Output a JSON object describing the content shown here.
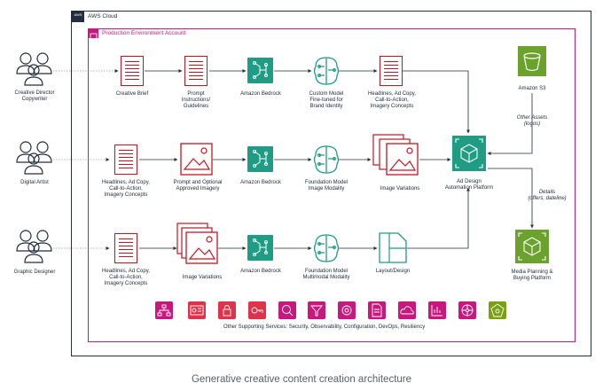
{
  "cloud_title": "AWS Cloud",
  "cloud_logo_text": "AWS",
  "account_title": "Production Environment Account",
  "personas": [
    {
      "label": "Creative Director\nCopywriter"
    },
    {
      "label": "Digital Artist"
    },
    {
      "label": "Graphic Designer"
    }
  ],
  "row1": {
    "creative_brief": "Creative Brief",
    "prompt": "Prompt\nInstructions/\nGuidelines",
    "bedrock": "Amazon Bedrock",
    "custom_model": "Custom Model\nFine-tuned for\nBrand Identity",
    "output": "Headlines, Ad Copy,\nCall-to-Action,\nImagery Concepts"
  },
  "row2": {
    "input": "Headlines, Ad Copy,\nCall-to-Action,\nImagery Concepts",
    "prompt": "Prompt and Optional\nApproved Imagery",
    "bedrock": "Amazon Bedrock",
    "model": "Foundation Model\nImage Modality",
    "output": "Image Variations"
  },
  "row3": {
    "input": "Headlines, Ad Copy,\nCall-to-Action,\nImagery Concepts",
    "images": "Image Variations",
    "bedrock": "Amazon Bedrock",
    "model": "Foundation Model\nMultimodal Modality",
    "output": "Layout/Design"
  },
  "ad_platform": "Ad Design\nAutomation Platform",
  "s3": "Amazon S3",
  "media_platform": "Media Planning &\nBuying Platform",
  "other_assets": "Other Assets\n(logos)",
  "details": "Details\n(offers, dateline)",
  "services_label": "Other Supporting Services: Security, Observability, Configuration, DevOps, Resiliency",
  "service_icons": [
    "org-icon",
    "identity-icon",
    "lock-icon",
    "key-icon",
    "search-icon",
    "pipeline-icon",
    "settings-icon",
    "doc-icon",
    "cloud-icon",
    "chart-icon",
    "cluster-icon",
    "health-icon"
  ],
  "caption": "Generative creative content creation architecture",
  "colors": {
    "pink": "#c7187d",
    "red": "#c7131f",
    "teal": "#1e9c84",
    "green": "#6ba22d",
    "ink": "#232f3e"
  }
}
